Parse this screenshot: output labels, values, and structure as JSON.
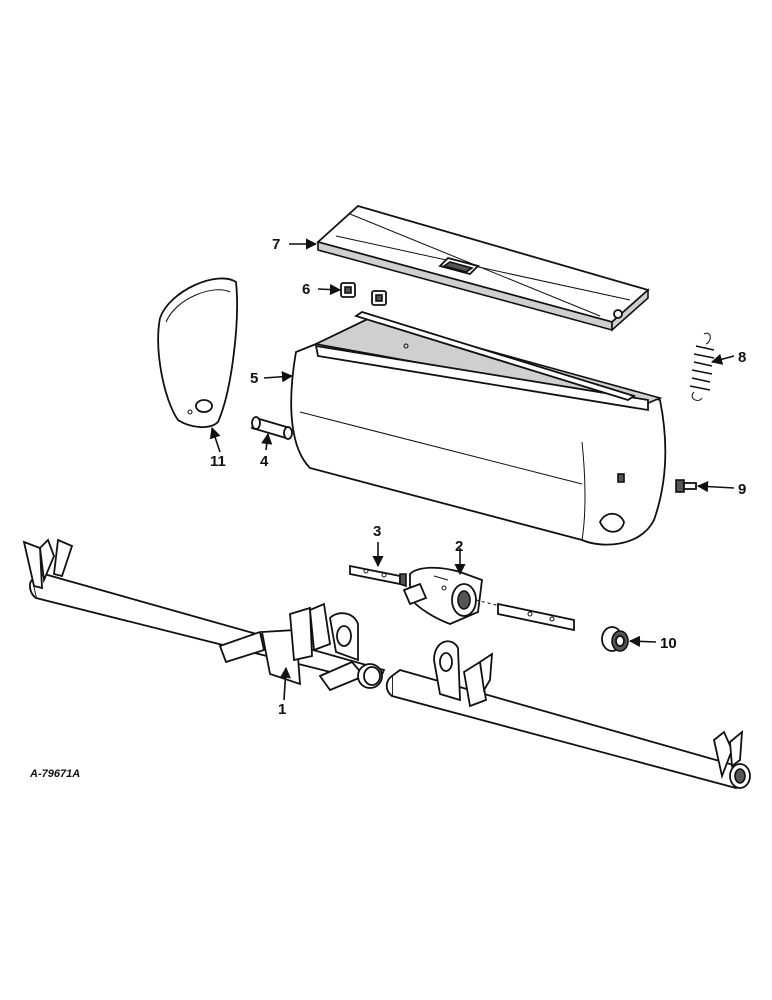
{
  "diagram": {
    "drawing_number": "A-79671A",
    "callouts": {
      "c1": "1",
      "c2": "2",
      "c3": "3",
      "c4": "4",
      "c5": "5",
      "c6": "6",
      "c7": "7",
      "c8": "8",
      "c9": "9",
      "c10": "10",
      "c11": "11"
    }
  }
}
